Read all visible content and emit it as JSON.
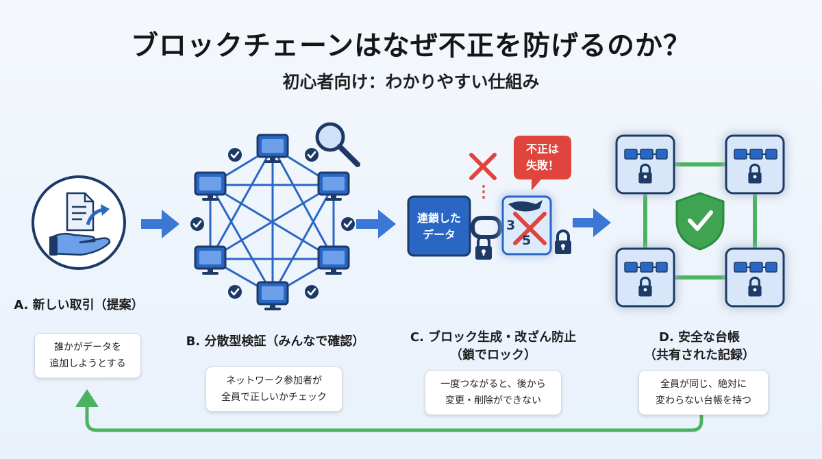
{
  "header": {
    "title": "ブロックチェーンはなぜ不正を防げるのか？",
    "subtitle": "初心者向け：わかりやすい仕組み"
  },
  "steps": [
    {
      "label": "A. 新しい取引（提案）",
      "note": [
        "誰かがデータを",
        "追加しようとする"
      ]
    },
    {
      "label": "B. 分散型検証（みんなで確認）",
      "note": [
        "ネットワーク参加者が",
        "全員で正しいかチェック"
      ]
    },
    {
      "label_lines": [
        "C. ブロック生成・改ざん防止",
        "（鎖でロック）"
      ],
      "note": [
        "一度つながると、後から",
        "変更・削除ができない"
      ],
      "box_text": [
        "連鎖した",
        "データ"
      ],
      "bubble_text": [
        "不正は",
        "失敗！"
      ],
      "digits": [
        "3",
        "5"
      ]
    },
    {
      "label_lines": [
        "D. 安全な台帳",
        "（共有された記録）"
      ],
      "note": [
        "全員が同じ、絶対に",
        "変わらない台帳を持つ"
      ]
    }
  ],
  "colors": {
    "primary_blue": "#2a66c4",
    "arrow_blue": "#3a77d6",
    "green": "#4bb35f",
    "red": "#e0453d",
    "dark_navy": "#1d3a66"
  },
  "icons": {
    "step_a": "document-hand-icon",
    "step_b": "network-computers-icon",
    "step_b_search": "magnifier-icon",
    "step_c": "chain-lock-icon",
    "step_d": "shield-check-icon"
  }
}
